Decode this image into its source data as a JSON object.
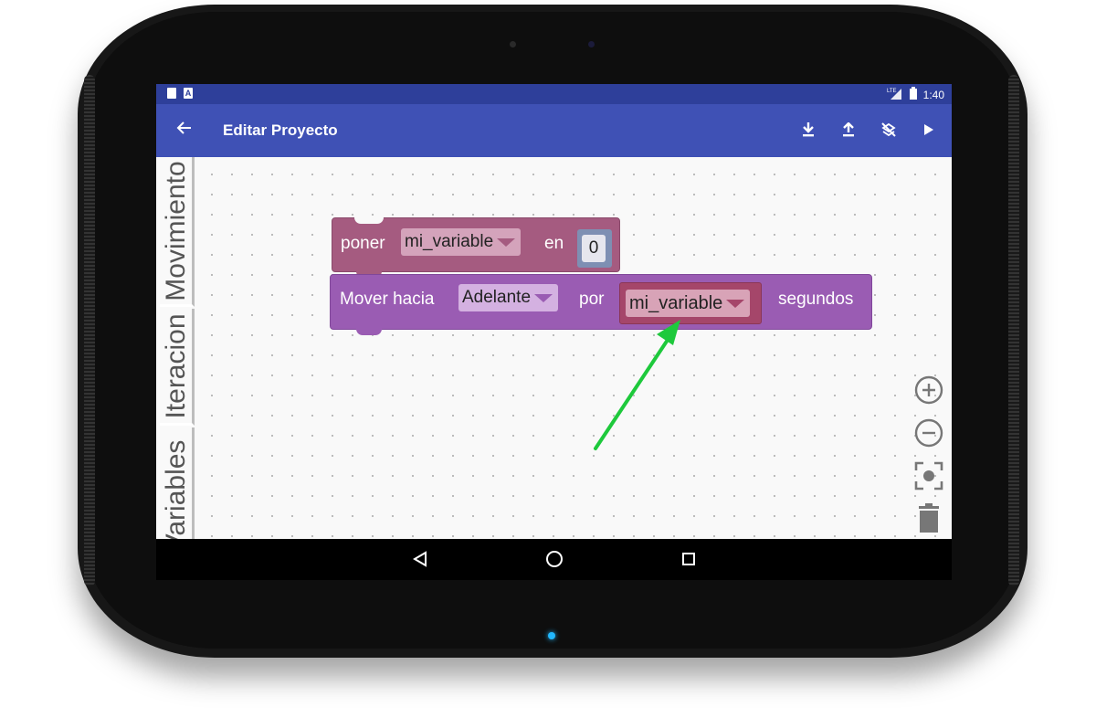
{
  "status_bar": {
    "time": "1:40",
    "network": "LTE"
  },
  "app_bar": {
    "title": "Editar Proyecto"
  },
  "toolbox": {
    "tabs": [
      {
        "label": "Movimiento"
      },
      {
        "label": "Iteracion"
      },
      {
        "label": "Variables"
      }
    ]
  },
  "blocks": {
    "set_block": {
      "keyword": "poner",
      "variable": "mi_variable",
      "connector": "en",
      "value": "0"
    },
    "move_block": {
      "keyword": "Mover hacia",
      "direction": "Adelante",
      "connector": "por",
      "variable": "mi_variable",
      "unit": "segundos"
    }
  },
  "colors": {
    "status_bar": "#2e3f9a",
    "app_bar": "#3f51b5",
    "set_block": "#a55b80",
    "move_block": "#9a5cb3",
    "arrow": "#1ec93c"
  },
  "icons": [
    "back-arrow-icon",
    "download-icon",
    "upload-icon",
    "clear-all-icon",
    "play-icon",
    "zoom-in-icon",
    "zoom-out-icon",
    "recenter-icon",
    "trash-icon",
    "nav-back-icon",
    "nav-home-icon",
    "nav-recents-icon"
  ]
}
